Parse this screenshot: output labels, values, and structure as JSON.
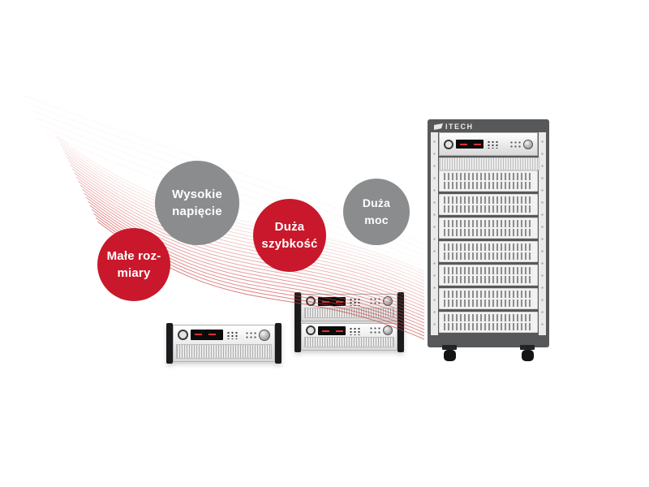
{
  "colors": {
    "red": "#c9182b",
    "gray": "#8b8c8e",
    "rack_frame": "#57585a",
    "line": "#cf4040",
    "label_text": "#ffffff"
  },
  "features": [
    {
      "name": "small-size",
      "line1": "Małe roz-",
      "line2": "miary",
      "style": "red"
    },
    {
      "name": "high-voltage",
      "line1": "Wysokie",
      "line2": "napięcie",
      "style": "gray"
    },
    {
      "name": "high-speed",
      "line1": "Duża",
      "line2": "szybkość",
      "style": "red"
    },
    {
      "name": "high-power",
      "line1": "Duża",
      "line2": "moc",
      "style": "gray"
    }
  ],
  "rack": {
    "brand": "ITECH"
  }
}
